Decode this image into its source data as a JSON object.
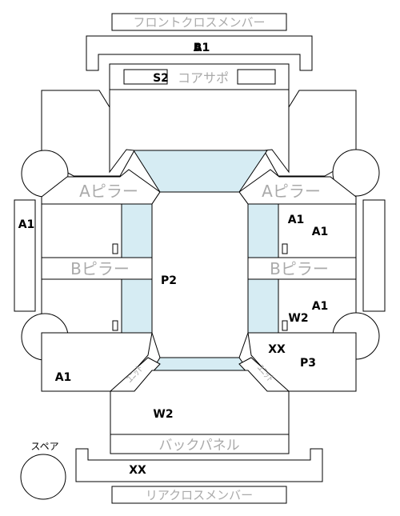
{
  "parts": {
    "front_cross_member": "フロントクロスメンバー",
    "core_support": "コアサポ",
    "a_pillar_left": "Aピラー",
    "a_pillar_right": "Aピラー",
    "b_pillar_left": "Bピラー",
    "b_pillar_right": "Bピラー",
    "unit_left": "ﾕﾆｯﾄ",
    "unit_right": "ﾕﾆｯﾄ",
    "back_panel": "バックパネル",
    "rear_cross_member": "リアクロスメンバー",
    "spare": "スペア"
  },
  "codes": {
    "front_bumper_a": "B1",
    "front_bumper_b": "A1",
    "core_support": "S2",
    "left_side": "A1",
    "right_front_fender_a": "A1",
    "right_front_fender_b": "A1",
    "roof": "P2",
    "right_rear_door_a": "A1",
    "right_rear_door_b": "W2",
    "right_quarter_a": "XX",
    "right_quarter_b": "P3",
    "left_quarter": "A1",
    "trunk": "W2",
    "rear_bumper": "XX"
  },
  "colors": {
    "glass": "#d6ecf3",
    "outline": "#000000",
    "part_label": "#aaaaaa",
    "code_label": "#000000"
  }
}
